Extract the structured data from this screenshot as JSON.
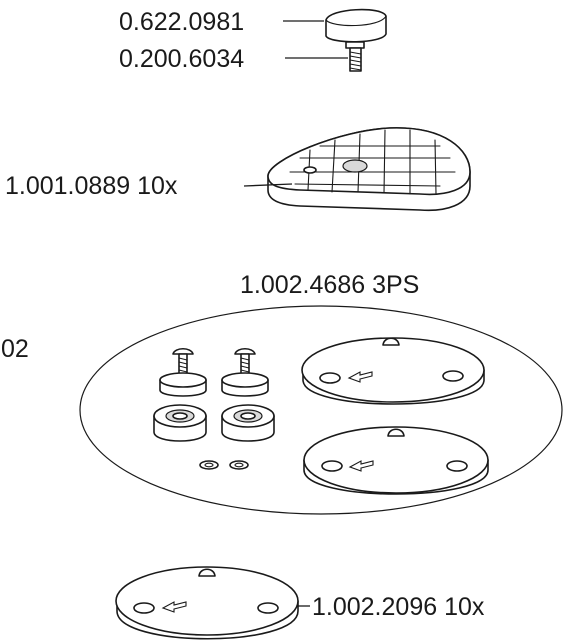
{
  "labels": {
    "knob": "0.622.0981",
    "screw": "0.200.6034",
    "plate": "1.001.0889 10x",
    "kit": "1.002.4686 3PS",
    "kit_partial": "02",
    "disc": "1.002.2096 10x"
  }
}
